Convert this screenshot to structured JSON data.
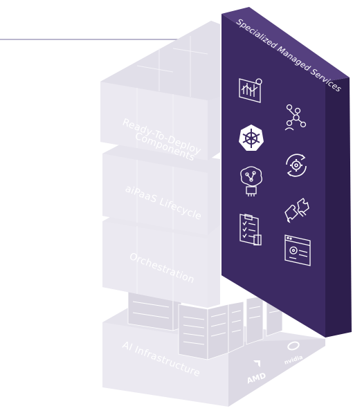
{
  "layers": {
    "components": {
      "line1": "Ready-To-Deploy",
      "line2": "Components"
    },
    "lifecycle": {
      "label": "aiPaaS Lifecycle"
    },
    "orchestration": {
      "label": "Orchestration"
    },
    "infrastructure": {
      "label": "AI Infrastructure"
    }
  },
  "panel": {
    "title": "Specialized Managed Services",
    "icons": [
      "monitoring-dashboard-icon",
      "team-network-icon",
      "kubernetes-helm-icon",
      "gear-cycle-icon",
      "ai-brain-chip-icon",
      "puzzle-pieces-icon",
      "checklist-document-icon",
      "settings-window-icon"
    ]
  },
  "logos": {
    "amd": "AMD",
    "nvidia": "nvidia"
  },
  "colors": {
    "panel_front": "#3c2a63",
    "panel_side": "#2d1e4d",
    "panel_top": "#55407f",
    "layer_light": "#ecebf2",
    "layer_mid": "#e2e0ea",
    "layer_dark": "#d7d4e1",
    "arrow": "#a39dbd"
  }
}
